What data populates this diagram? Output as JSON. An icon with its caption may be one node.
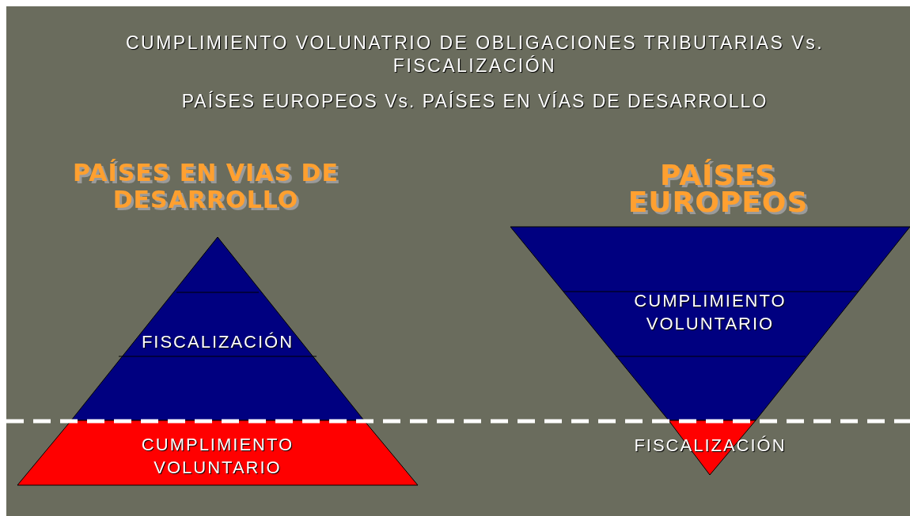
{
  "diagram": {
    "title": "CUMPLIMIENTO VOLUNATRIO DE OBLIGACIONES TRIBUTARIAS Vs. FISCALIZACIÓN",
    "nodes": [
      {
        "text": [
          "PAÍSES EN VIAS DE DESARROLLO"
        ]
      },
      {
        "text": [
          "FISCALIZACIÓN"
        ],
        "in": 0
      },
      {
        "text": [
          "CUMPLIMIENTO VOLUNTARIO"
        ],
        "in": 0
      },
      {
        "text": [
          "PAÍSES EUROPEOS"
        ]
      },
      {
        "text": [
          "CUMPLIMIENTO VOLUNTARIO"
        ],
        "in": 3
      },
      {
        "text": [
          "FISCALIZACIÓN"
        ],
        "in": 3
      }
    ],
    "labels": [
      "PAÍSES EUROPEOS Vs. PAÍSES EN VÍAS DE DESARROLLO"
    ]
  }
}
